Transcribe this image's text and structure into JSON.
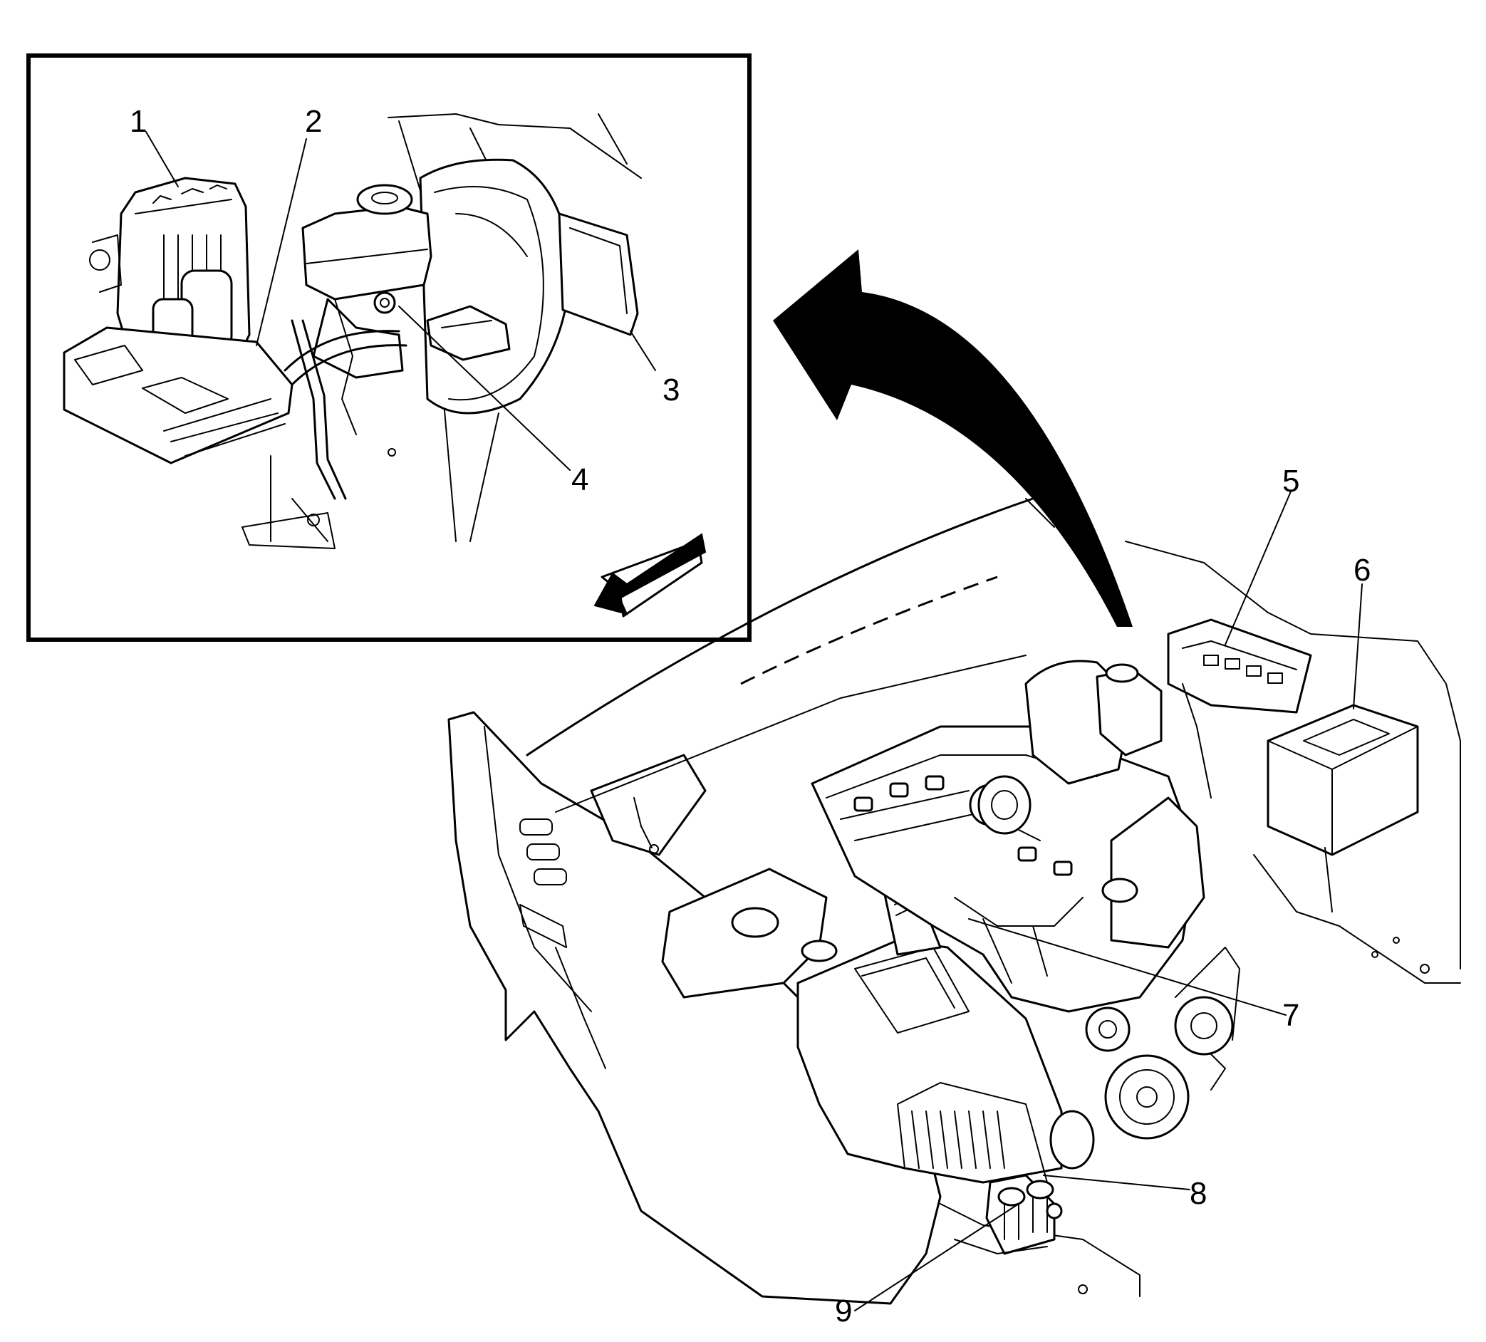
{
  "callouts": [
    "1",
    "2",
    "3",
    "4",
    "5",
    "6",
    "7",
    "8",
    "9"
  ],
  "colors": {
    "line": "#000000",
    "background": "#ffffff"
  },
  "icons": [
    "curved-arrow-icon",
    "forward-direction-arrow-icon"
  ]
}
